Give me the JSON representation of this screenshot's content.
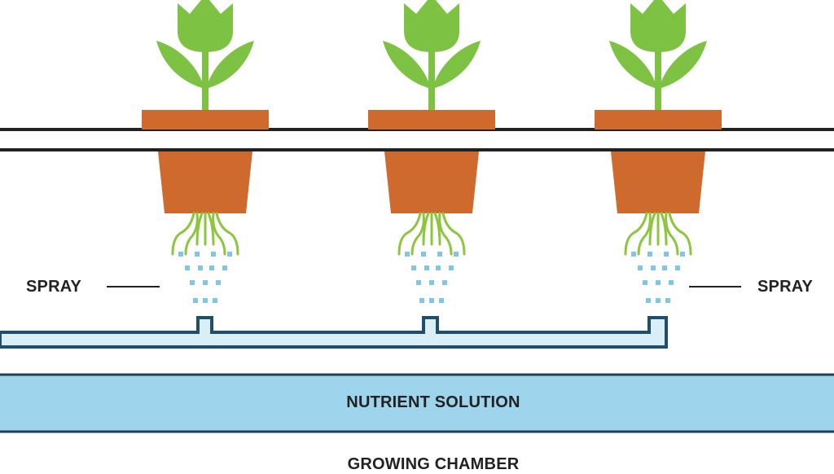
{
  "labels": {
    "spray_left": "SPRAY",
    "spray_right": "SPRAY",
    "nutrient_solution": "NUTRIENT SOLUTION",
    "growing_chamber": "GROWING CHAMBER"
  },
  "colors": {
    "leaf": "#7dc242",
    "pot": "#cf6a2f",
    "root": "#8cc63f",
    "spray_dot": "#7fc7e3",
    "pipe_border": "#1f4f6b",
    "pipe_fill": "#d9eef7",
    "nutrient": "#9ed4ec",
    "line": "#222222"
  },
  "plants": [
    {
      "name": "plant-1"
    },
    {
      "name": "plant-2"
    },
    {
      "name": "plant-3"
    }
  ]
}
